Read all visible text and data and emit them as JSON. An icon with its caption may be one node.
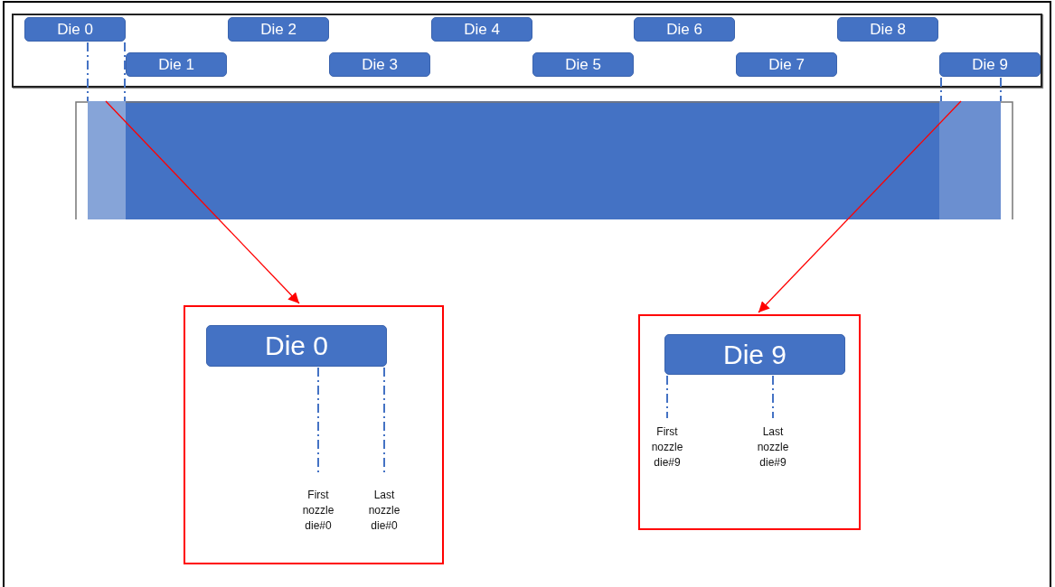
{
  "diagram": {
    "nodes": [
      {
        "text": [],
        "shape": "box"
      },
      {
        "text": [
          "Die 0"
        ],
        "in": 0
      },
      {
        "text": [
          "Die 1"
        ],
        "in": 0
      },
      {
        "text": [
          "Die 2"
        ],
        "in": 0
      },
      {
        "text": [
          "Die 3"
        ],
        "in": 0
      },
      {
        "text": [
          "Die 4"
        ],
        "in": 0
      },
      {
        "text": [
          "Die 5"
        ],
        "in": 0
      },
      {
        "text": [
          "Die 6"
        ],
        "in": 0
      },
      {
        "text": [
          "Die 7"
        ],
        "in": 0
      },
      {
        "text": [
          "Die 8"
        ],
        "in": 0
      },
      {
        "text": [
          "Die 9"
        ],
        "in": 0
      },
      {
        "text": [],
        "shape": "bar"
      },
      {
        "text": [],
        "shape": "bar",
        "in": 11
      },
      {
        "text": [],
        "shape": "bar",
        "in": 11
      },
      {
        "text": [],
        "shape": "box"
      },
      {
        "text": [
          "Die 0"
        ],
        "in": 14
      },
      {
        "text": [
          "First nozzle die#0"
        ],
        "in": 14
      },
      {
        "text": [
          "Last nozzle die#0"
        ],
        "in": 14
      },
      {
        "text": [],
        "shape": "box"
      },
      {
        "text": [
          "Die 9"
        ],
        "in": 18
      },
      {
        "text": [
          "First nozzle die#9"
        ],
        "in": 18
      },
      {
        "text": [
          "Last nozzle die#9"
        ],
        "in": 18
      }
    ],
    "edges": [
      {
        "from": 12,
        "to": 14,
        "arrow": "to",
        "color": "#ff0000"
      },
      {
        "from": 13,
        "to": 18,
        "arrow": "to",
        "color": "#ff0000"
      },
      {
        "from": 1,
        "to": 12,
        "arrow": "none",
        "style": "dashed"
      },
      {
        "from": 10,
        "to": 13,
        "arrow": "none",
        "style": "dashed"
      },
      {
        "from": 15,
        "to": 16,
        "arrow": "none",
        "style": "dashed"
      },
      {
        "from": 15,
        "to": 17,
        "arrow": "none",
        "style": "dashed"
      },
      {
        "from": 19,
        "to": 20,
        "arrow": "none",
        "style": "dashed"
      },
      {
        "from": 19,
        "to": 21,
        "arrow": "none",
        "style": "dashed"
      }
    ]
  }
}
